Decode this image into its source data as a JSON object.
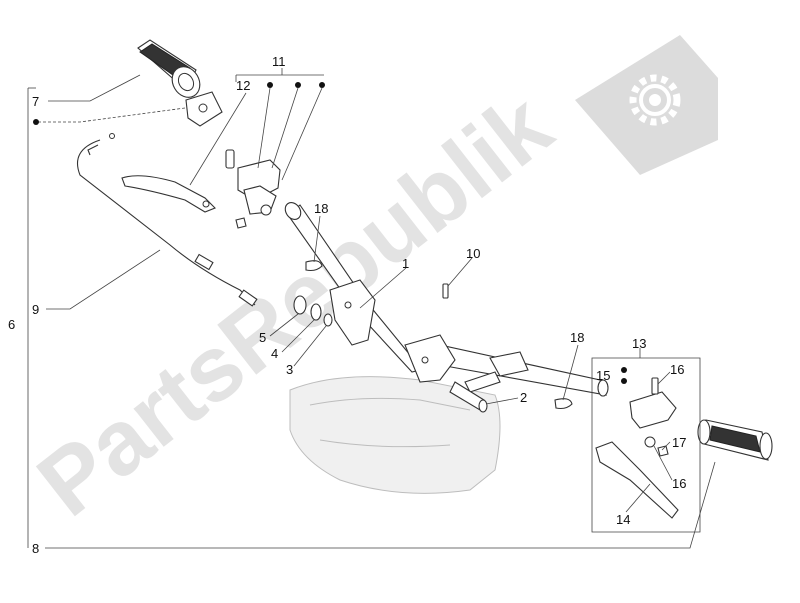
{
  "watermark": {
    "text": "PartsRepublik",
    "color": "#e0e0e0",
    "icon": "gear-icon"
  },
  "callouts": [
    "1",
    "2",
    "3",
    "4",
    "5",
    "6",
    "7",
    "8",
    "9",
    "10",
    "11",
    "12",
    "13",
    "14",
    "15",
    "16",
    "16",
    "17",
    "18",
    "18"
  ],
  "colors": {
    "line": "#333333",
    "leader": "#444444",
    "ghost_frame": "#bdbdbd"
  }
}
